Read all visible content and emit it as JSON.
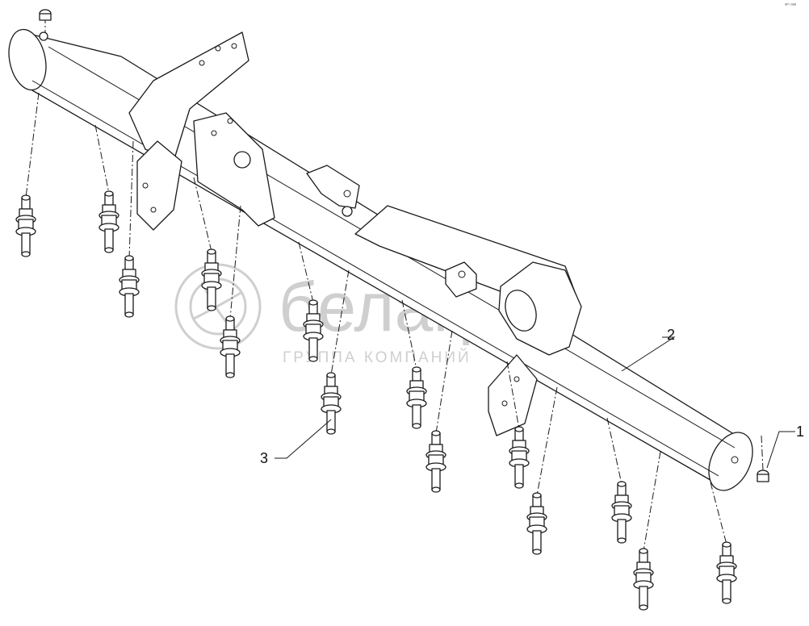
{
  "watermark": {
    "brand": "белагро",
    "tagline": "ГРУППА КОМПАНИЙ"
  },
  "callouts": [
    {
      "id": "1",
      "label": "1"
    },
    {
      "id": "2",
      "label": "2"
    },
    {
      "id": "3",
      "label": "3"
    }
  ],
  "corner_mark": "ᵃᵐ ᵃᵃᵃ"
}
